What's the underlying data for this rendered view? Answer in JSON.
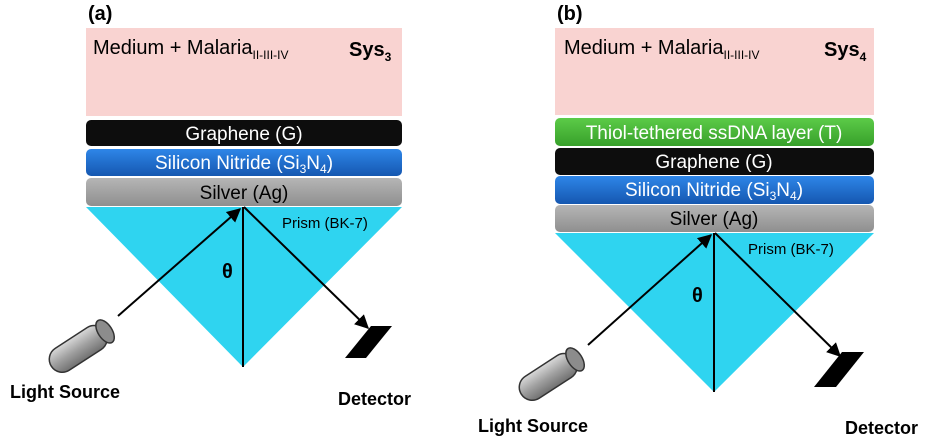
{
  "panel_a": {
    "label": "(a)",
    "medium": {
      "main": "Medium + Malaria",
      "sub": "II-III-IV"
    },
    "system": {
      "main": "Sys",
      "sub": "3"
    },
    "layers": {
      "graphene": "Graphene (G)",
      "si3n4": {
        "pre": "Silicon Nitride (Si",
        "sub1": "3",
        "mid": "N",
        "sub2": "4",
        "post": ")"
      },
      "silver": "Silver (Ag)"
    },
    "prism": "Prism (BK-7)",
    "theta": "θ",
    "light_source": "Light Source",
    "detector": "Detector"
  },
  "panel_b": {
    "label": "(b)",
    "medium": {
      "main": "Medium + Malaria",
      "sub": "II-III-IV"
    },
    "system": {
      "main": "Sys",
      "sub": "4"
    },
    "layers": {
      "thiol": "Thiol-tethered ssDNA layer (T)",
      "graphene": "Graphene (G)",
      "si3n4": {
        "pre": "Silicon Nitride (Si",
        "sub1": "3",
        "mid": "N",
        "sub2": "4",
        "post": ")"
      },
      "silver": "Silver (Ag)"
    },
    "prism": "Prism (BK-7)",
    "theta": "θ",
    "light_source": "Light Source",
    "detector": "Detector"
  },
  "colors": {
    "medium": "#f9d3d1",
    "graphene": "#0d0d0d",
    "si3n4": "#1e6fd0",
    "silver": "#a6a6a6",
    "thiol": "#4cbb3a",
    "prism": "#2fd4f0"
  }
}
